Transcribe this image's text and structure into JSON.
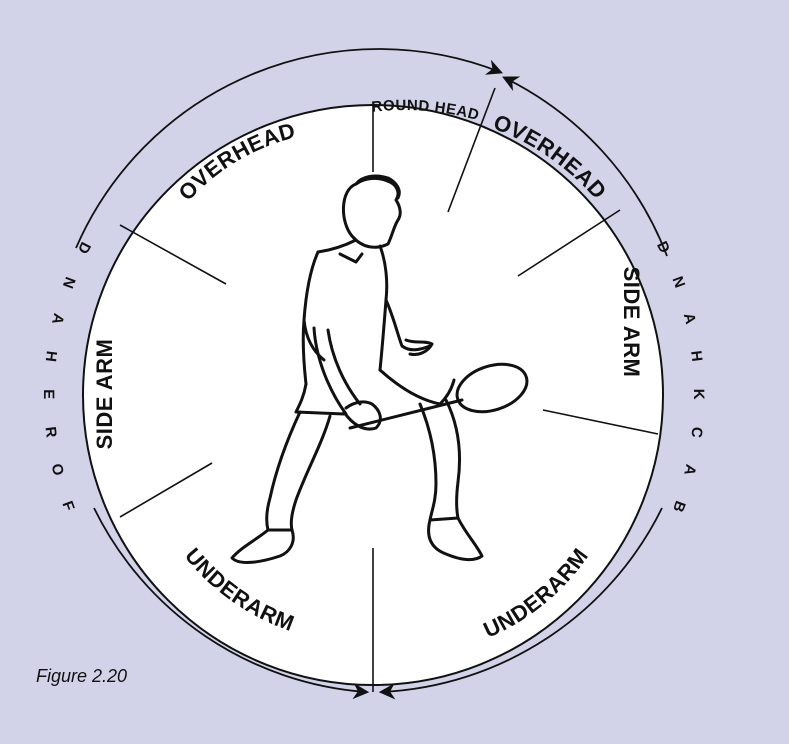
{
  "labels": {
    "overhead_left": "OVERHEAD",
    "round_head": "ROUND HEAD",
    "overhead_right": "OVERHEAD",
    "side_arm_left": "SIDE ARM",
    "side_arm_right": "SIDE ARM",
    "underarm_left": "UNDERARM",
    "underarm_right": "UNDERARM"
  },
  "forehand_label": "FOREHAND",
  "backhand_label": "BACKHAND",
  "caption": "Figure 2.20",
  "colors": {
    "background": "#d2d3e8",
    "circle_fill": "#ffffff",
    "ink": "#111111"
  }
}
